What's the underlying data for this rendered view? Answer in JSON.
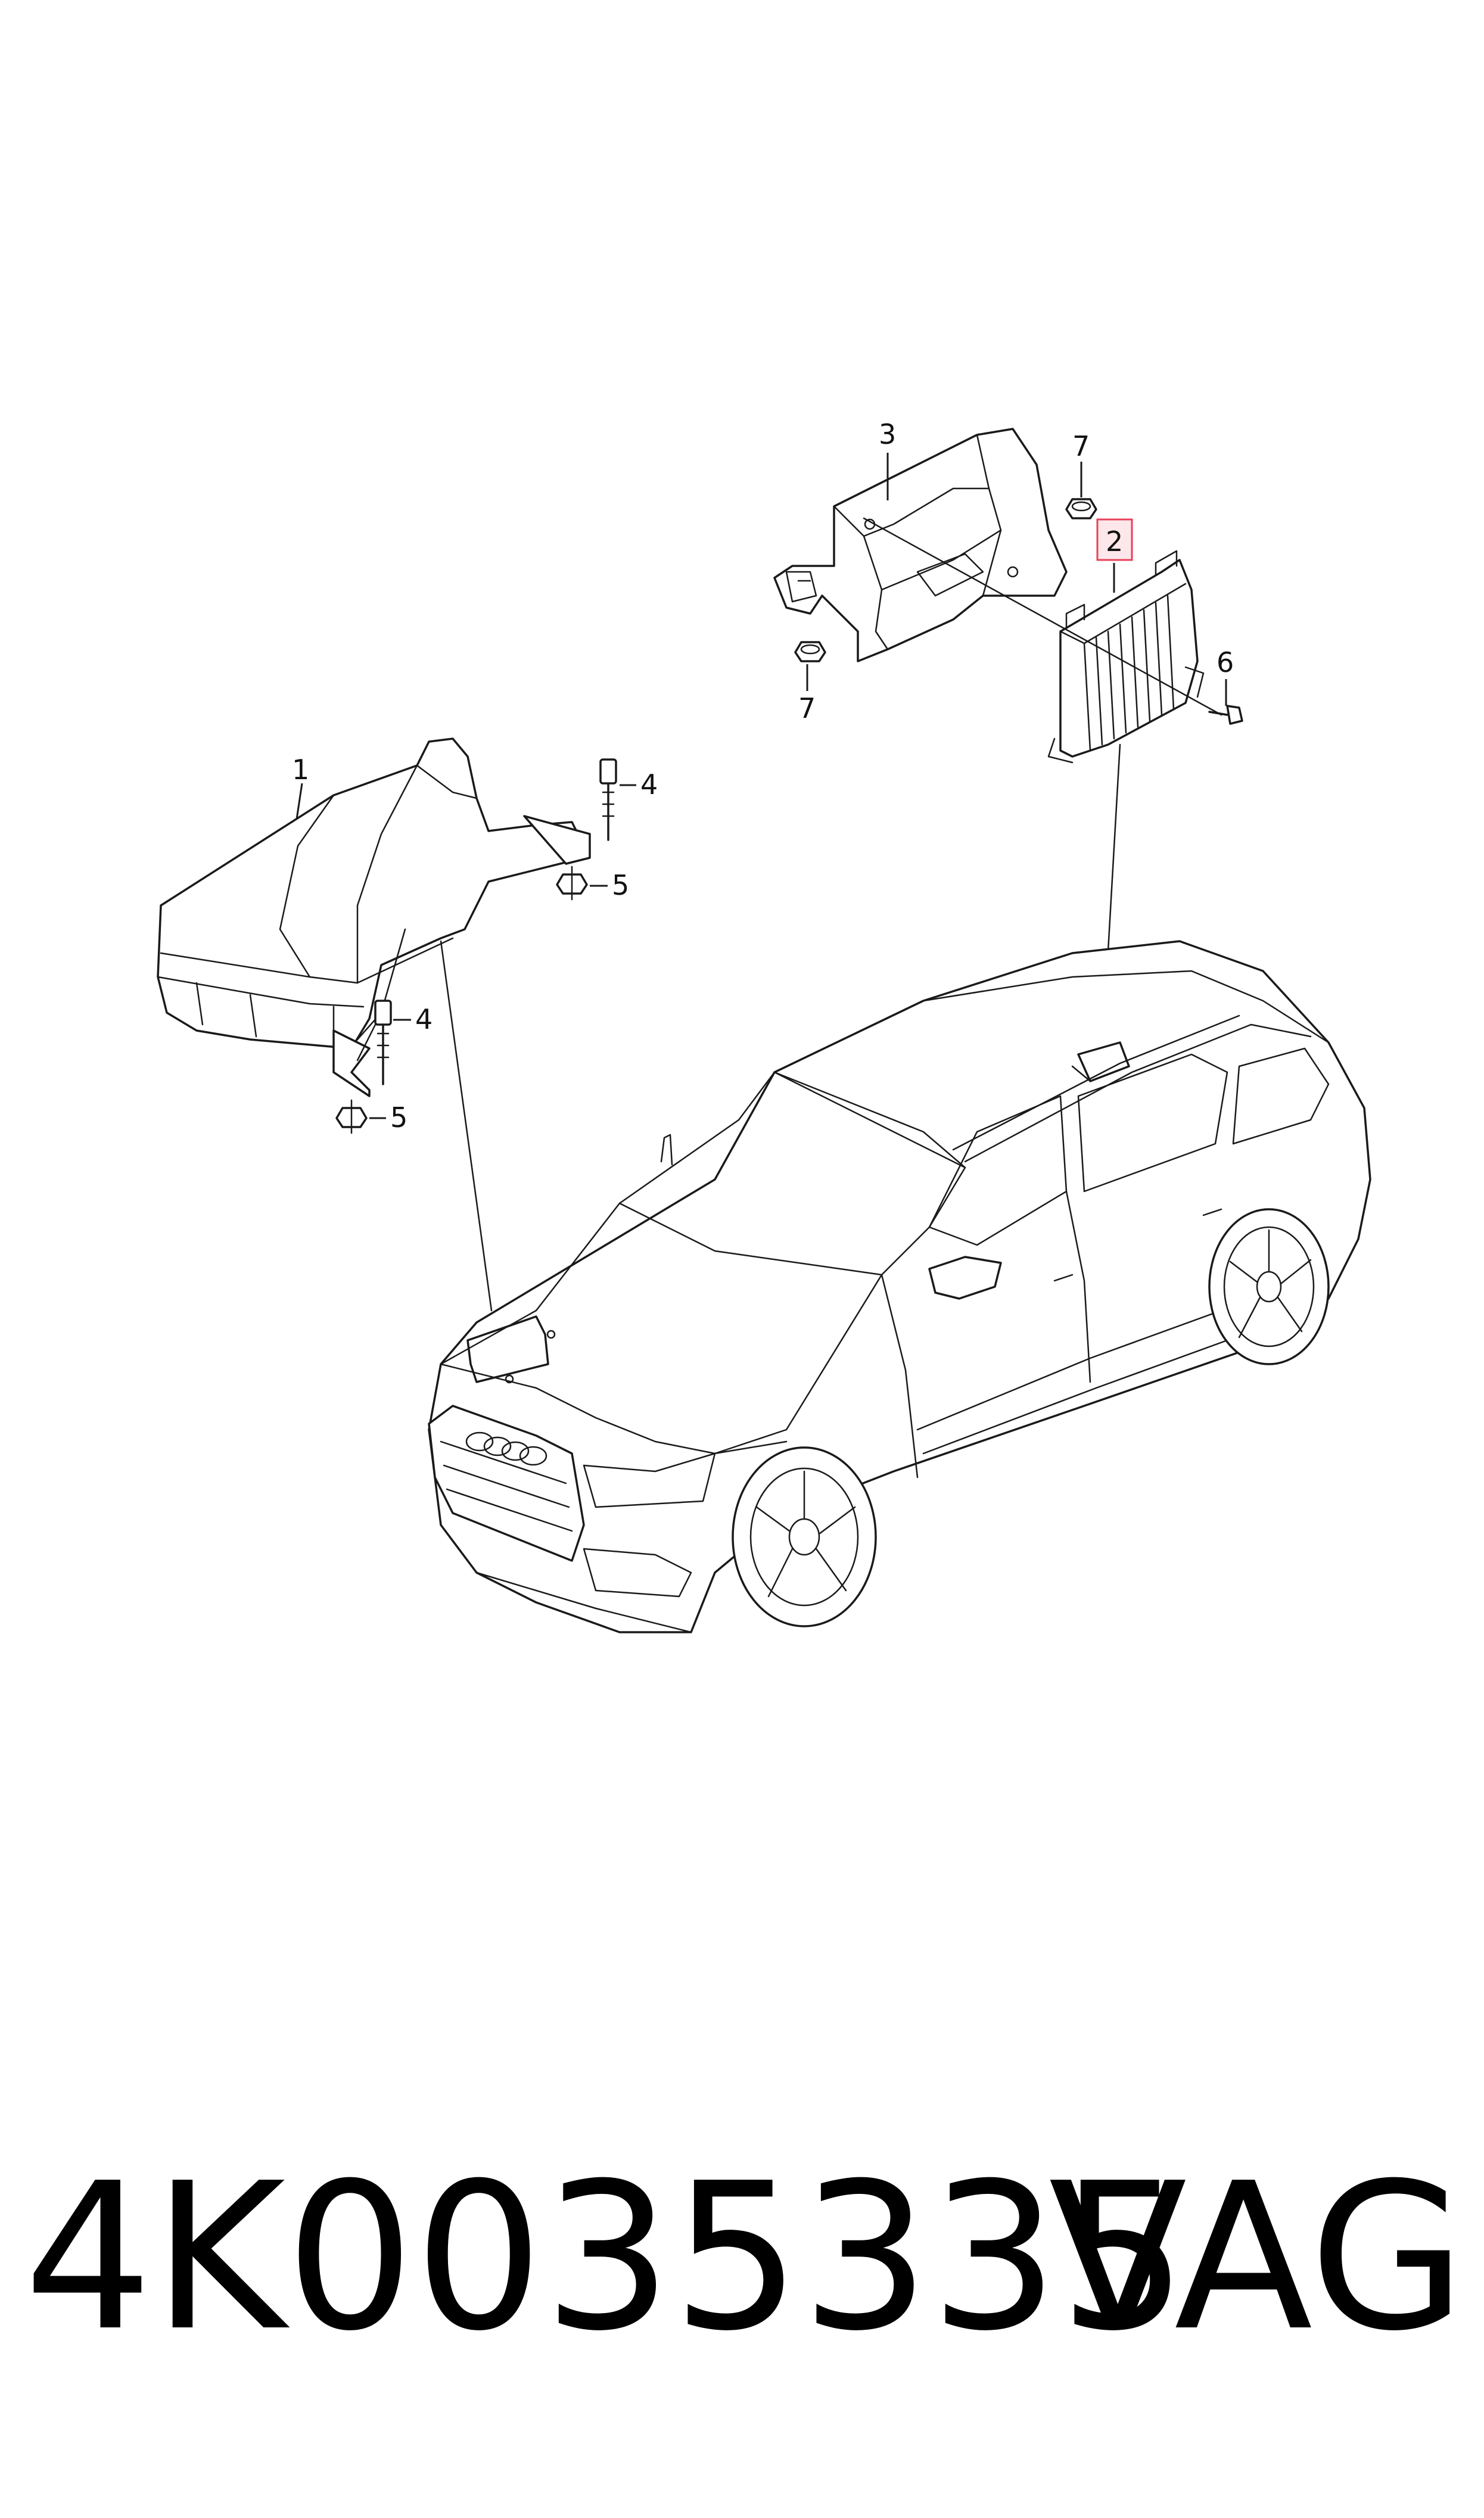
{
  "callouts": {
    "c1": "1",
    "c2": "2",
    "c3": "3",
    "c4a": "4",
    "c4b": "4",
    "c5a": "5",
    "c5b": "5",
    "c6": "6",
    "c7a": "7",
    "c7b": "7"
  },
  "highlight": {
    "color": "#e8415a",
    "fill": "#fde7ea"
  },
  "footer": {
    "part_number": "4K0035335",
    "brand": "VAG"
  }
}
